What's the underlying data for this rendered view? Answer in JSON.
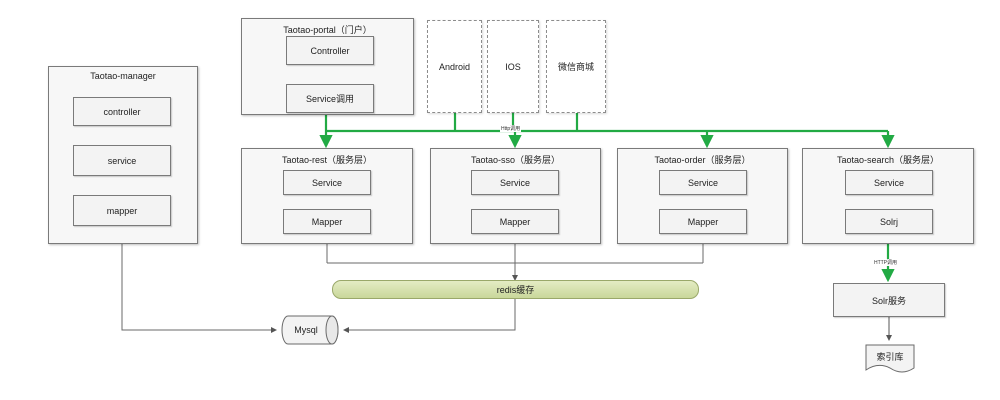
{
  "manager": {
    "title": "Taotao-manager",
    "controller": "controller",
    "service": "service",
    "mapper": "mapper"
  },
  "portal": {
    "title": "Taotao-portal（门户）",
    "controller": "Controller",
    "service": "Service调用"
  },
  "clients": {
    "android": "Android",
    "ios": "IOS",
    "wechat": "微信商城"
  },
  "http_call_label": "Http调用",
  "rest": {
    "title": "Taotao-rest（服务层）",
    "service": "Service",
    "mapper": "Mapper"
  },
  "sso": {
    "title": "Taotao-sso（服务层）",
    "service": "Service",
    "mapper": "Mapper"
  },
  "order": {
    "title": "Taotao-order（服务层）",
    "service": "Service",
    "mapper": "Mapper"
  },
  "search": {
    "title": "Taotao-search（服务层）",
    "service": "Service",
    "solrj": "Solrj"
  },
  "redis": "redis缓存",
  "mysql": "Mysql",
  "search_http_label": "HTTP调用",
  "solr_service": "Solr服务",
  "index_store": "索引库",
  "colors": {
    "link": "#22aa44",
    "line": "#6a6a6a",
    "redis_fill": "#d6e1a8"
  }
}
